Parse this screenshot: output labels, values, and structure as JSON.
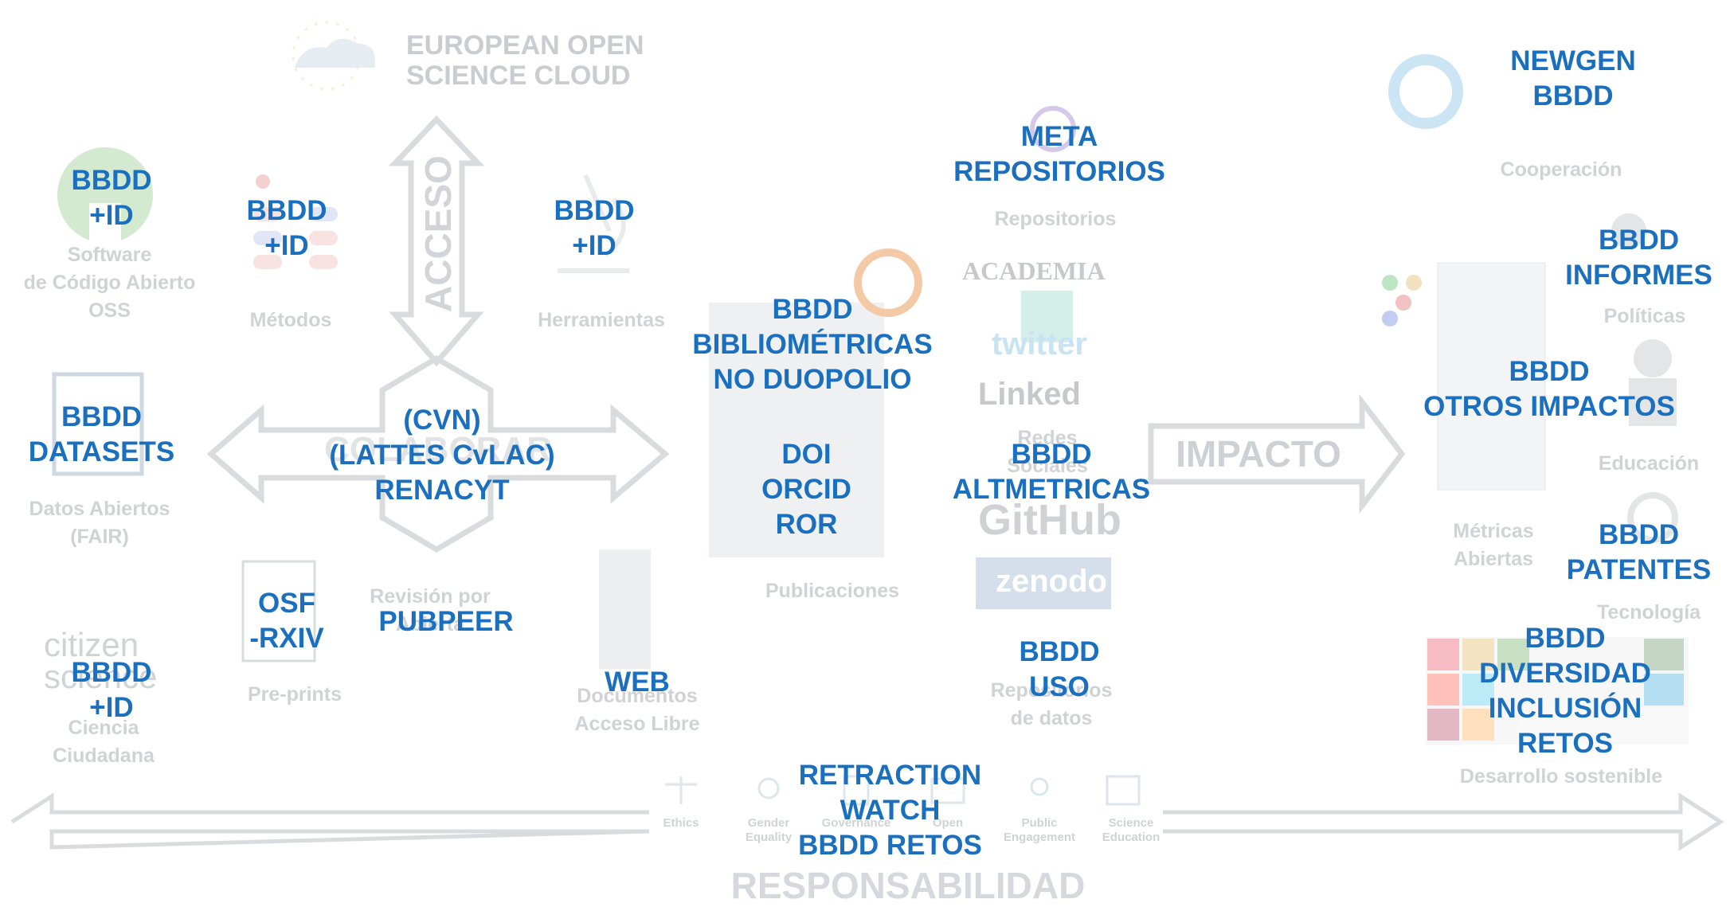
{
  "faint_labels": {
    "eosc": "EUROPEAN OPEN\nSCIENCE CLOUD",
    "acceso": "ACCESO",
    "colaborar": "COLABORAR",
    "impacto": "IMPACTO",
    "responsabilidad": "RESPONSABILIDAD",
    "software": "Software\nde Código Abierto\nOSS",
    "metodos": "Métodos",
    "herramientas": "Herramientas",
    "datos_abiertos": "Datos Abiertos\n(FAIR)",
    "revision": "Revisión por\nAbierta",
    "preprints": "Pre-prints",
    "documentos": "Documentos\nAcceso Libre",
    "ciencia": "Ciencia\nCiudadana",
    "publicaciones": "Publicaciones",
    "repositorios": "Repositorios",
    "redes": "Redes\nSociales",
    "repos_datos": "Repositorios\nde datos",
    "cooperacion": "Cooperación",
    "politicas": "Políticas",
    "educacion": "Educación",
    "metricas": "Métricas\nAbiertas",
    "tecnologia": "Tecnología",
    "desarrollo": "Desarrollo sostenible",
    "academia": "ACADEMIA",
    "twitter": "twitter",
    "linkedin": "Linked",
    "github": "GitHub",
    "zenodo": "zenodo",
    "citizen": "citizen\nscience",
    "ethics": "Ethics",
    "gender": "Gender\nEquality",
    "governance": "Governance",
    "open": "Open",
    "public": "Public\nEngagement",
    "science_edu": "Science\nEducation"
  },
  "blue_labels": {
    "software_id": "BBDD\n+ID",
    "metodos_id": "BBDD\n+ID",
    "herramientas_id": "BBDD\n+ID",
    "datasets": "BBDD\nDATASETS",
    "cvn": "(CVN)\n(LATTES CvLAC)\nRENACYT",
    "osf": "OSF\n-RXIV",
    "pubpeer": "PUBPEER",
    "ciudadana_id": "BBDD\n+ID",
    "web": "WEB",
    "bibliometricas": "BBDD\nBIBLIOMÉTRICAS\nNO DUOPOLIO",
    "doi": "DOI\nORCID\nROR",
    "meta": "META\nREPOSITORIOS",
    "altmetricas": "BBDD\nALTMETRICAS",
    "uso": "BBDD\nUSO",
    "newgen": "NEWGEN\nBBDD",
    "informes": "BBDD\nINFORMES",
    "otros": "BBDD\nOTROS IMPACTOS",
    "patentes": "BBDD\nPATENTES",
    "diversidad": "BBDD\nDIVERSIDAD\nINCLUSIÓN\nRETOS",
    "retraction": "RETRACTION\nWATCH\nBBDD RETOS"
  },
  "colors": {
    "label_blue": "#1a6fbe",
    "faint_gray": "#cfd3d6"
  }
}
